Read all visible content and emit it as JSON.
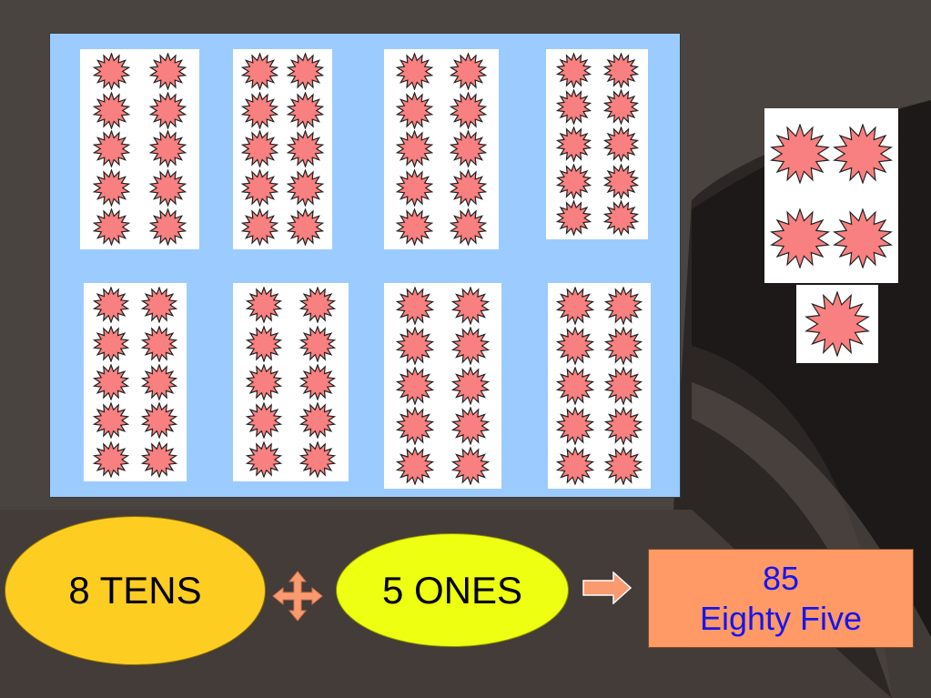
{
  "colors": {
    "panel": "#9ccbff",
    "card": "#ffffff",
    "star_fill": "#f98080",
    "star_stroke": "#222222",
    "tens_oval": "#fecd22",
    "ones_oval": "#eeff11",
    "arrow_fill": "#f99a70",
    "result_box": "#ff9966",
    "result_text": "#1515ee"
  },
  "blocks": {
    "tens_count": 8,
    "stars_per_ten": 10,
    "ones_count": 5
  },
  "tens_label": "8 TENS",
  "plus_icon": "four-way-arrow-icon",
  "ones_label": "5 ONES",
  "arrow_icon": "right-arrow-icon",
  "result": {
    "number": "85",
    "words": "Eighty Five"
  }
}
